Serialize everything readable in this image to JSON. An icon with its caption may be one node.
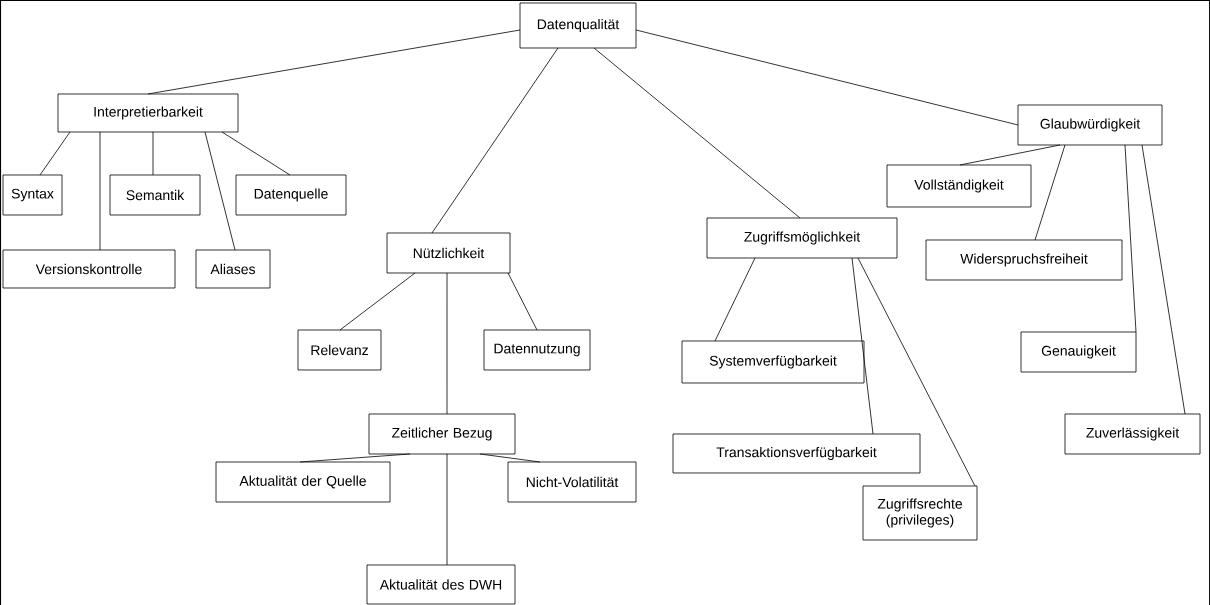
{
  "diagram": {
    "nodes": [
      {
        "text": [
          "Datenqualität"
        ]
      },
      {
        "text": [
          "Interpretierbarkeit"
        ]
      },
      {
        "text": [
          "Syntax"
        ]
      },
      {
        "text": [
          "Semantik"
        ]
      },
      {
        "text": [
          "Datenquelle"
        ]
      },
      {
        "text": [
          "Versionskontrolle"
        ]
      },
      {
        "text": [
          "Aliases"
        ]
      },
      {
        "text": [
          "Nützlichkeit"
        ]
      },
      {
        "text": [
          "Relevanz"
        ]
      },
      {
        "text": [
          "Datennutzung"
        ]
      },
      {
        "text": [
          "Zeitlicher Bezug"
        ]
      },
      {
        "text": [
          "Aktualität der Quelle"
        ]
      },
      {
        "text": [
          "Nicht-Volatilität"
        ]
      },
      {
        "text": [
          "Aktualität des DWH"
        ]
      },
      {
        "text": [
          "Zugriffsmöglichkeit"
        ]
      },
      {
        "text": [
          "Systemverfügbarkeit"
        ]
      },
      {
        "text": [
          "Transaktionsverfügbarkeit"
        ]
      },
      {
        "text": [
          "Zugriffsrechte (privileges)"
        ]
      },
      {
        "text": [
          "Glaubwürdigkeit"
        ]
      },
      {
        "text": [
          "Vollständigkeit"
        ]
      },
      {
        "text": [
          "Widerspruchsfreiheit"
        ]
      },
      {
        "text": [
          "Genauigkeit"
        ]
      },
      {
        "text": [
          "Zuverlässigkeit"
        ]
      }
    ],
    "edges": [
      {
        "from": 0,
        "to": 1,
        "arrow": "none"
      },
      {
        "from": 0,
        "to": 7,
        "arrow": "none"
      },
      {
        "from": 0,
        "to": 14,
        "arrow": "none"
      },
      {
        "from": 0,
        "to": 18,
        "arrow": "none"
      },
      {
        "from": 1,
        "to": 2,
        "arrow": "none"
      },
      {
        "from": 1,
        "to": 3,
        "arrow": "none"
      },
      {
        "from": 1,
        "to": 4,
        "arrow": "none"
      },
      {
        "from": 1,
        "to": 5,
        "arrow": "none"
      },
      {
        "from": 1,
        "to": 6,
        "arrow": "none"
      },
      {
        "from": 7,
        "to": 8,
        "arrow": "none"
      },
      {
        "from": 7,
        "to": 9,
        "arrow": "none"
      },
      {
        "from": 7,
        "to": 10,
        "arrow": "none"
      },
      {
        "from": 10,
        "to": 11,
        "arrow": "none"
      },
      {
        "from": 10,
        "to": 12,
        "arrow": "none"
      },
      {
        "from": 10,
        "to": 13,
        "arrow": "none"
      },
      {
        "from": 14,
        "to": 15,
        "arrow": "none"
      },
      {
        "from": 14,
        "to": 16,
        "arrow": "none"
      },
      {
        "from": 14,
        "to": 17,
        "arrow": "none"
      },
      {
        "from": 18,
        "to": 19,
        "arrow": "none"
      },
      {
        "from": 18,
        "to": 20,
        "arrow": "none"
      },
      {
        "from": 18,
        "to": 21,
        "arrow": "none"
      },
      {
        "from": 18,
        "to": 22,
        "arrow": "none"
      }
    ]
  }
}
